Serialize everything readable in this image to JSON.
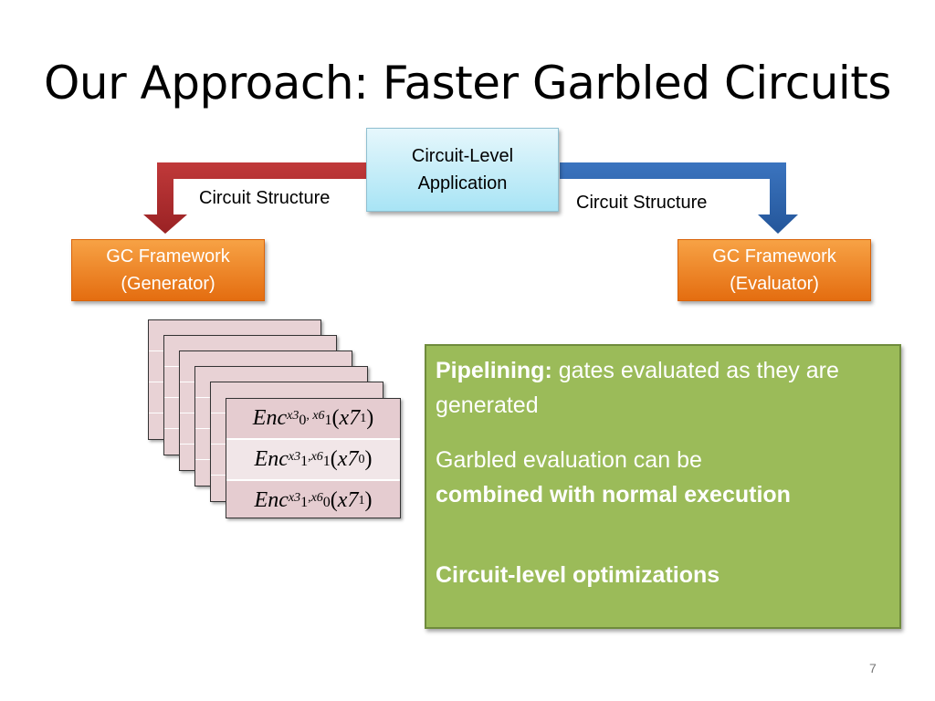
{
  "slide": {
    "title": "Our Approach: Faster Garbled Circuits",
    "page_number": "7"
  },
  "app_box": {
    "line1": "Circuit-Level",
    "line2": "Application"
  },
  "arrows": {
    "left_label": "Circuit Structure",
    "right_label": "Circuit Structure"
  },
  "generator": {
    "line1": "GC Framework",
    "line2": "(Generator)"
  },
  "evaluator": {
    "line1": "GC Framework",
    "line2": "(Evaluator)"
  },
  "enc_table": {
    "rows": [
      {
        "fn": "Enc",
        "sub_a": "x3",
        "sub_a_idx": "0",
        "sep": ", ",
        "sub_b": "x6",
        "sub_b_idx": "1",
        "arg": "x7",
        "arg_idx": "1"
      },
      {
        "fn": "Enc",
        "sub_a": "x3",
        "sub_a_idx": "1",
        "sep": ",",
        "sub_b": "x6",
        "sub_b_idx": "1",
        "arg": "x7",
        "arg_idx": "0"
      },
      {
        "fn": "Enc",
        "sub_a": "x3",
        "sub_a_idx": "1",
        "sep": ",",
        "sub_b": "x6",
        "sub_b_idx": "0",
        "arg": "x7",
        "arg_idx": "1"
      }
    ]
  },
  "info_box": {
    "pipelining_label": "Pipelining:",
    "pipelining_text": " gates evaluated as they are generated",
    "garbled_text": "Garbled evaluation can be",
    "combined_text": "combined with normal execution",
    "optimizations_text": "Circuit-level optimizations"
  },
  "colors": {
    "generator_arrow": "#b0292b",
    "evaluator_arrow": "#2e63a8",
    "framework_box": "#ee8420",
    "app_box": "#bdeaf7",
    "info_box": "#9bbb59"
  }
}
